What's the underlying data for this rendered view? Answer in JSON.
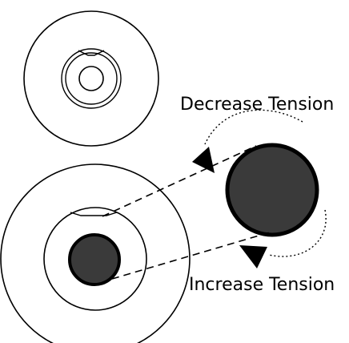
{
  "labels": {
    "decrease": "Decrease Tension",
    "increase": "Increase Tension"
  },
  "colors": {
    "stroke": "#000000",
    "fill_dark": "#3a3a3a",
    "background": "#ffffff"
  },
  "icons": {
    "decrease_arrow": "triangle-arrowhead",
    "increase_arrow": "triangle-arrowhead"
  }
}
